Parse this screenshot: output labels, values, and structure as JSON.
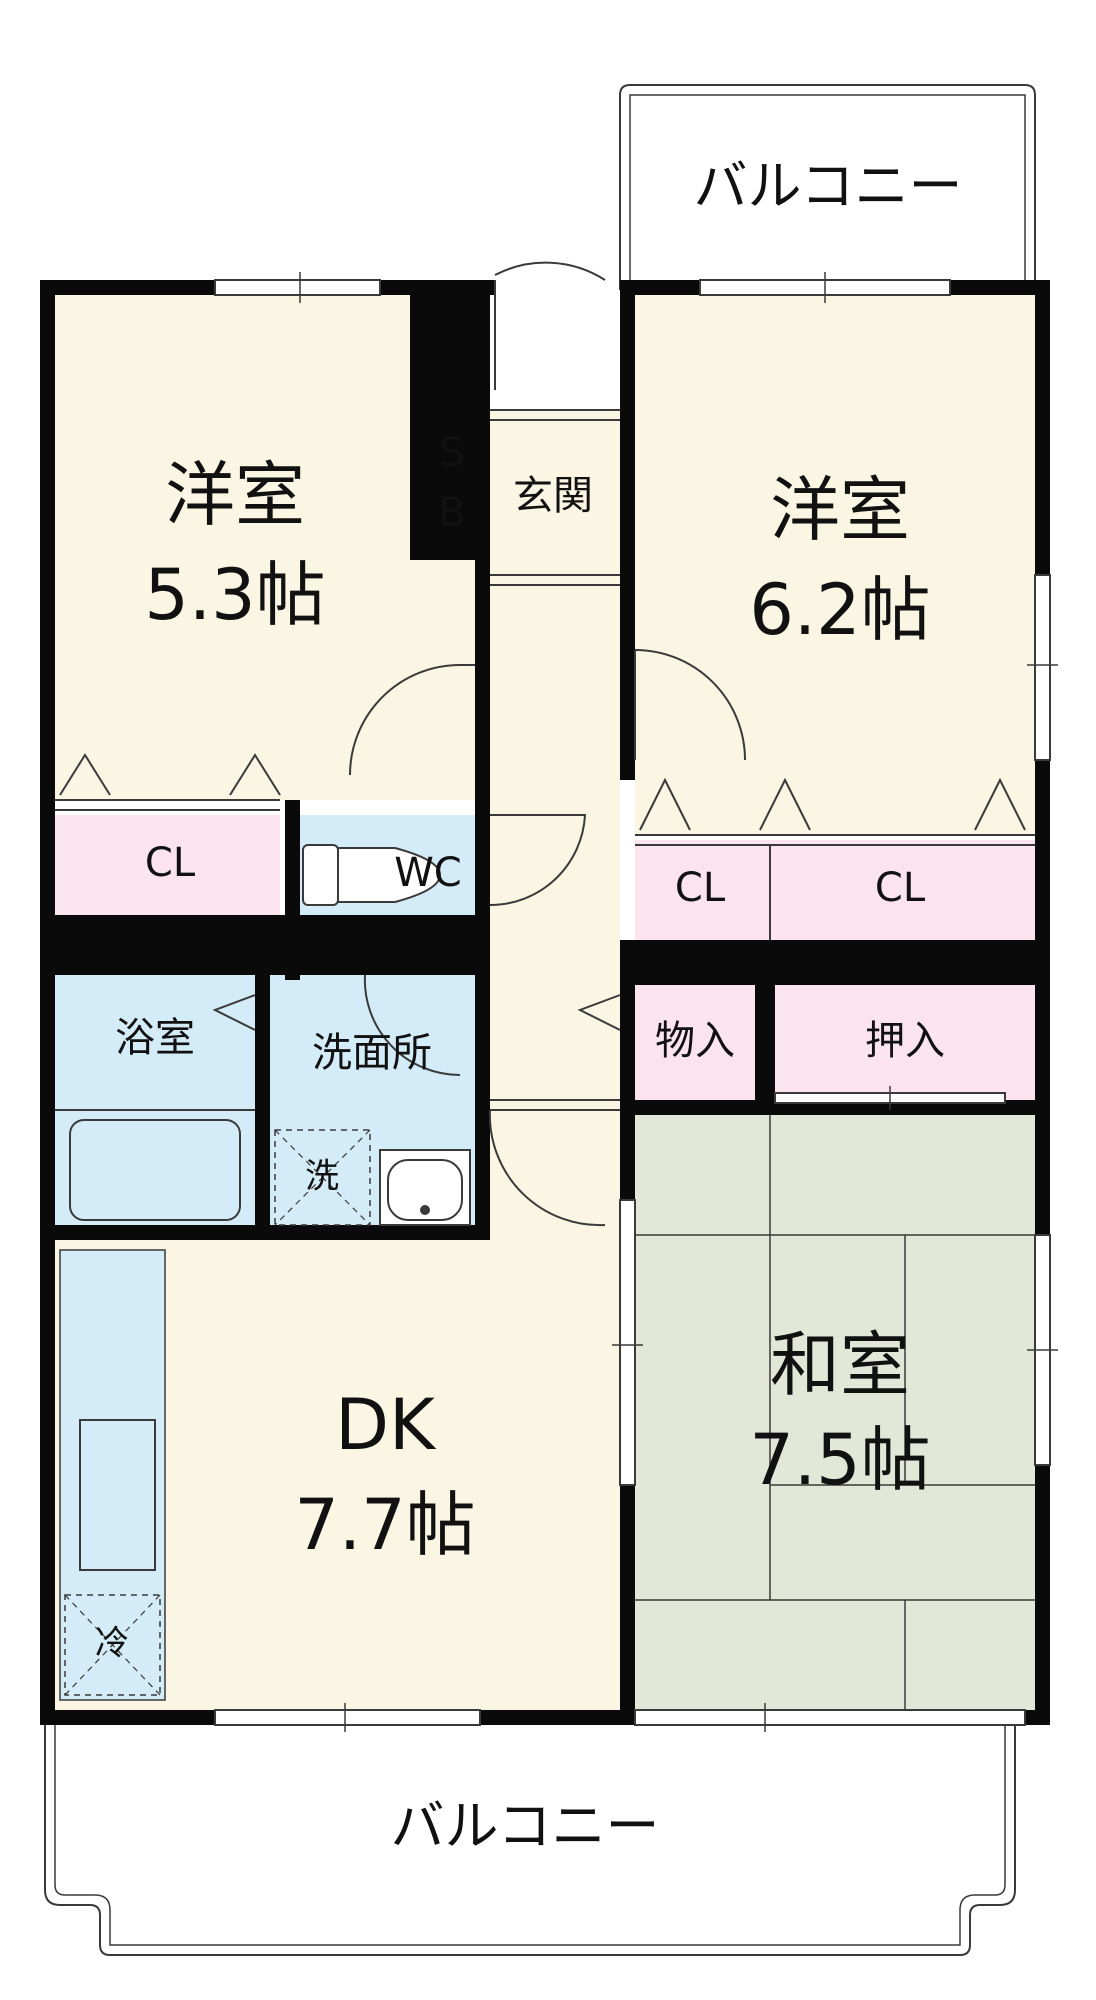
{
  "colors": {
    "wall": "#0a0a0a",
    "western_room": "#fbf5e3",
    "closet": "#fbe4ee",
    "wet_area": "#d3ecf7",
    "tatami": "#e2e7d7",
    "dk": "#fbf5e3",
    "outline": "#3a3a3a",
    "background": "#ffffff"
  },
  "rooms": {
    "western_left": {
      "name": "洋室",
      "size": "5.3帖"
    },
    "western_right": {
      "name": "洋室",
      "size": "6.2帖"
    },
    "washitsu": {
      "name": "和室",
      "size": "7.5帖"
    },
    "dk": {
      "name": "DK",
      "size": "7.7帖"
    }
  },
  "labels": {
    "balcony_top": "バルコニー",
    "balcony_bottom": "バルコニー",
    "shoe_box_s": "S",
    "shoe_box_b": "B",
    "entrance": "玄関",
    "wc": "WC",
    "bathroom": "浴室",
    "washroom": "洗面所",
    "washer": "洗",
    "fridge": "冷",
    "closet_left": "CL",
    "closet_right_1": "CL",
    "closet_right_2": "CL",
    "storage": "物入",
    "oshiire": "押入"
  }
}
